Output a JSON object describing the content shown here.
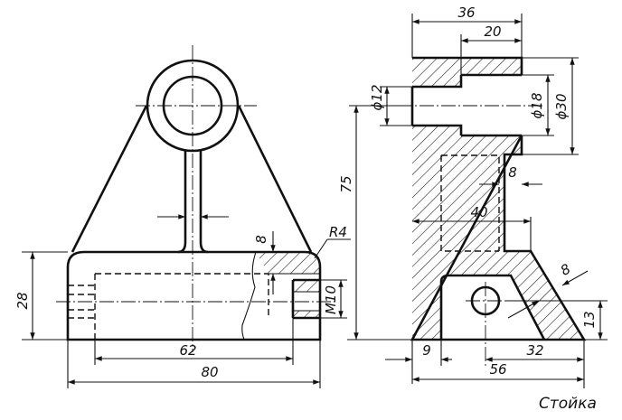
{
  "front_view": {
    "dims": {
      "height_28": "28",
      "width_80": "80",
      "width_62": "62",
      "wall_8": "8",
      "radius_r4": "R4",
      "thread_m10": "M10"
    }
  },
  "side_view": {
    "dims": {
      "top_36": "36",
      "top_20": "20",
      "dia_12": "ϕ12",
      "dia_18": "ϕ18",
      "dia_30": "ϕ30",
      "height_75": "75",
      "wall_8": "8",
      "inner_40": "40",
      "chamfer_8": "8",
      "height_13": "13",
      "offset_9": "9",
      "offset_32": "32",
      "base_56": "56"
    }
  },
  "title": "Стойка"
}
